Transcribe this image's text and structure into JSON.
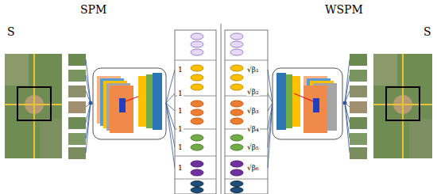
{
  "diagram": {
    "labels": [
      "SPM",
      "S",
      "1",
      "1",
      "1",
      "1",
      "1",
      "1",
      "WSPM",
      "S",
      "√β₁",
      "√β₂",
      "√β₃",
      "√β₄",
      "√β₅",
      "√β₆"
    ]
  }
}
